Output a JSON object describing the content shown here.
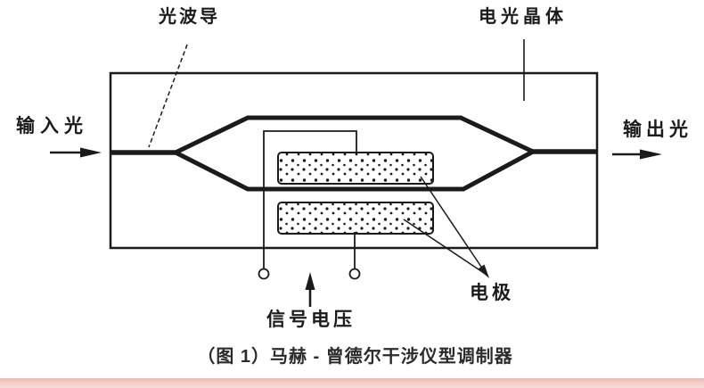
{
  "diagram": {
    "labels": {
      "optical_waveguide": "光波导",
      "electro_optic_crystal": "电光晶体",
      "input_light": "输入光",
      "output_light": "输出光",
      "electrodes": "电极",
      "signal_voltage": "信号电压"
    },
    "caption": "（图 1）马赫 - 曾德尔干涉仪型调制器"
  },
  "icons": {
    "input_arrow": "→",
    "output_arrow": "→",
    "signal_voltage_arrow": "↑"
  },
  "colors": {
    "ink": "#1b1b1b",
    "background": "#ffffff",
    "bottom_bar": "#f5cdc9",
    "bottom_bar_edge": "#eab9b5"
  }
}
